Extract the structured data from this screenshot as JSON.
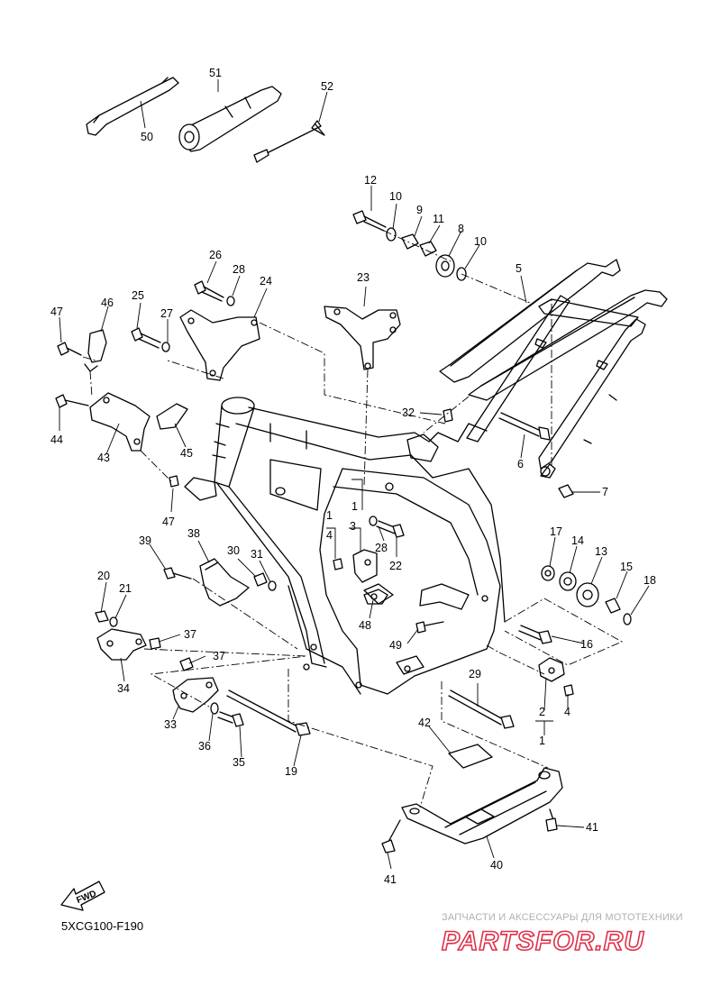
{
  "diagram": {
    "diagram_code": "5XCG100-F190",
    "fwd_label": "FWD",
    "watermark": {
      "tagline": "ЗАПЧАСТИ И АКСЕССУАРЫ ДЛЯ МОТОТЕХНИКИ",
      "logo": "PARTSFOR.RU"
    },
    "colors": {
      "line": "#000000",
      "background": "#ffffff",
      "watermark_logo": "#e03048",
      "watermark_text": "#b0b0b0"
    },
    "callouts": {
      "n1a": "1",
      "n1b": "1",
      "n1c": "1",
      "n2": "2",
      "n3": "3",
      "n4a": "4",
      "n4b": "4",
      "n5": "5",
      "n6": "6",
      "n7": "7",
      "n8": "8",
      "n9": "9",
      "n10a": "10",
      "n10b": "10",
      "n11": "11",
      "n12": "12",
      "n13": "13",
      "n14": "14",
      "n15": "15",
      "n16": "16",
      "n17": "17",
      "n18": "18",
      "n19": "19",
      "n20": "20",
      "n21": "21",
      "n22": "22",
      "n23": "23",
      "n24": "24",
      "n25": "25",
      "n26": "26",
      "n27": "27",
      "n28a": "28",
      "n28b": "28",
      "n29": "29",
      "n30": "30",
      "n31": "31",
      "n32": "32",
      "n33": "33",
      "n34": "34",
      "n35": "35",
      "n36": "36",
      "n37a": "37",
      "n37b": "37",
      "n38": "38",
      "n39": "39",
      "n40": "40",
      "n41a": "41",
      "n41b": "41",
      "n42": "42",
      "n43": "43",
      "n44": "44",
      "n45": "45",
      "n46": "46",
      "n47a": "47",
      "n47b": "47",
      "n48": "48",
      "n49": "49",
      "n50": "50",
      "n51": "51",
      "n52": "52"
    }
  }
}
